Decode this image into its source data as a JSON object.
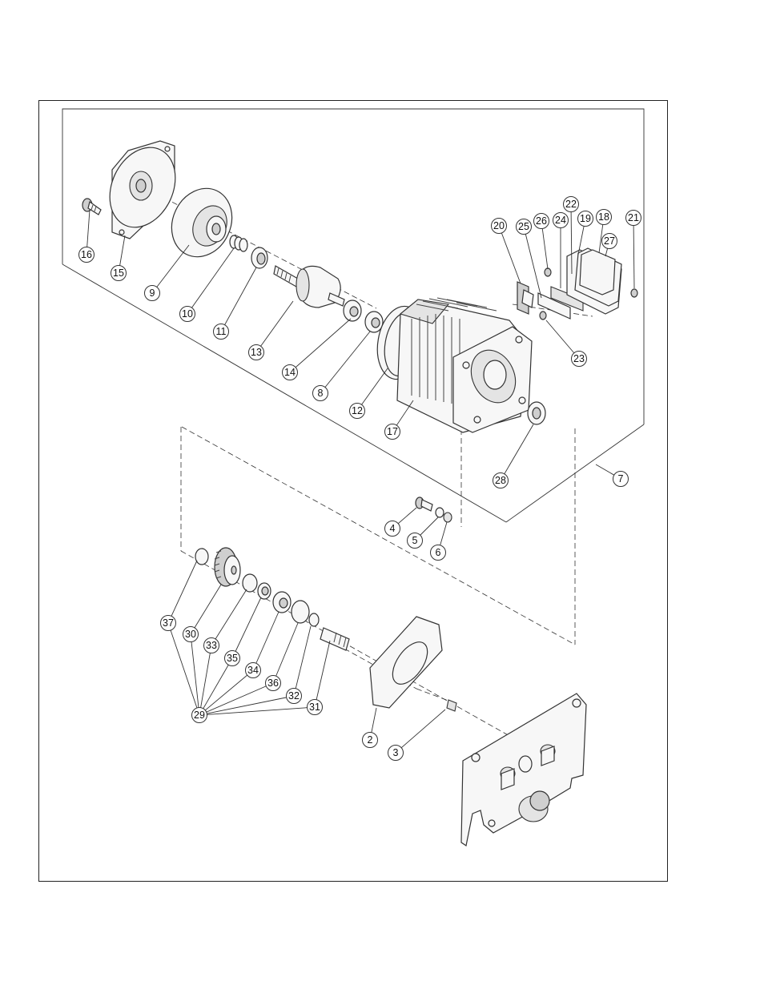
{
  "callouts": [
    "2",
    "3",
    "4",
    "5",
    "6",
    "7",
    "8",
    "9",
    "10",
    "11",
    "12",
    "13",
    "14",
    "15",
    "16",
    "17",
    "18",
    "19",
    "20",
    "21",
    "22",
    "23",
    "24",
    "25",
    "26",
    "27",
    "28",
    "29",
    "30",
    "31",
    "32",
    "33",
    "34",
    "35",
    "36",
    "37"
  ]
}
